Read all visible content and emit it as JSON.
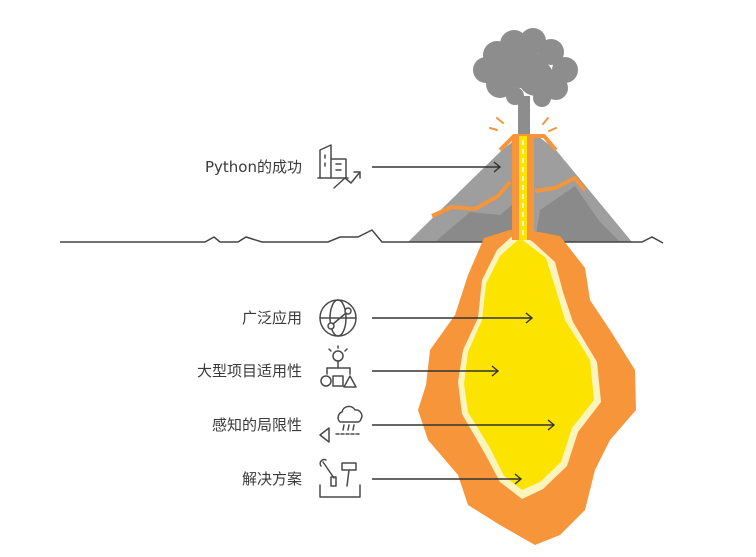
{
  "diagram": {
    "labels": {
      "python_success": "Python的成功",
      "wide_application": "广泛应用",
      "large_projects": "大型项目适用性",
      "perceived_limitations": "感知的局限性",
      "solutions": "解决方案"
    },
    "icons": {
      "python_success": "building-growth-icon",
      "wide_application": "network-globe-icon",
      "large_projects": "project-structure-icon",
      "perceived_limitations": "storm-cloud-icon",
      "solutions": "tools-icon"
    },
    "colors": {
      "smoke": "#8d8d8d",
      "mountain": "#9e9e9e",
      "mountain_dark": "#8a8a8a",
      "lava_outer": "#f7953b",
      "lava_inner": "#fcf4bd",
      "lava_core": "#fce400",
      "ground_line": "#444444"
    }
  }
}
